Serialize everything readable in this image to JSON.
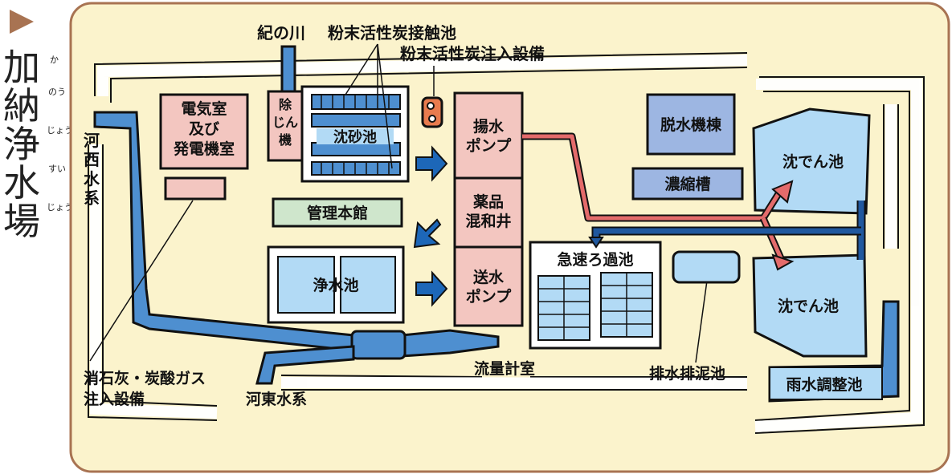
{
  "title": {
    "chars": [
      "加",
      "納",
      "浄",
      "水",
      "場"
    ],
    "ruby": [
      "か",
      "のう",
      "じょう",
      "すい",
      "じょう"
    ]
  },
  "labels": {
    "kinokawa": "紀の川",
    "pac_contact": "粉末活性炭接触池",
    "pac_inject": "粉末活性炭注入設備",
    "denki_1": "電気室",
    "denki_2": "及び",
    "denki_3": "発電機室",
    "jojin_1": "除",
    "jojin_2": "じん",
    "jojin_3": "機",
    "chinsa": "沈砂池",
    "yousui_1": "揚水",
    "yousui_2": "ポンプ",
    "yakuhin_1": "薬品",
    "yakuhin_2": "混和井",
    "sousui_1": "送水",
    "sousui_2": "ポンプ",
    "dassui": "脱水機棟",
    "noushuku": "濃縮槽",
    "chinden_top": "沈でん池",
    "chinden_bottom": "沈でん池",
    "kanri": "管理本館",
    "jousui": "浄水池",
    "kyusoku": "急速ろ過池",
    "uusui": "雨水調整池",
    "haisui": "排水排泥池",
    "ryuryo": "流量計室",
    "kasai_1": "河",
    "kasai_2": "西",
    "kasai_3": "水",
    "kasai_4": "系",
    "katou": "河東水系",
    "shouseki_1": "消石灰・炭酸ガス",
    "shouseki_2": "注入設備"
  },
  "colors": {
    "background": "#fbf3cc",
    "frame": "#a87352",
    "pink": "#f3c6c0",
    "blue_light": "#b2daf5",
    "blue_pipe": "#4e8fd0",
    "periwinkle": "#9db6e2",
    "green": "#cfe6cc",
    "red_pipe": "#e46b6b",
    "dark_blue_pipe": "#20589f",
    "arrow_blue": "#1d67b8"
  }
}
